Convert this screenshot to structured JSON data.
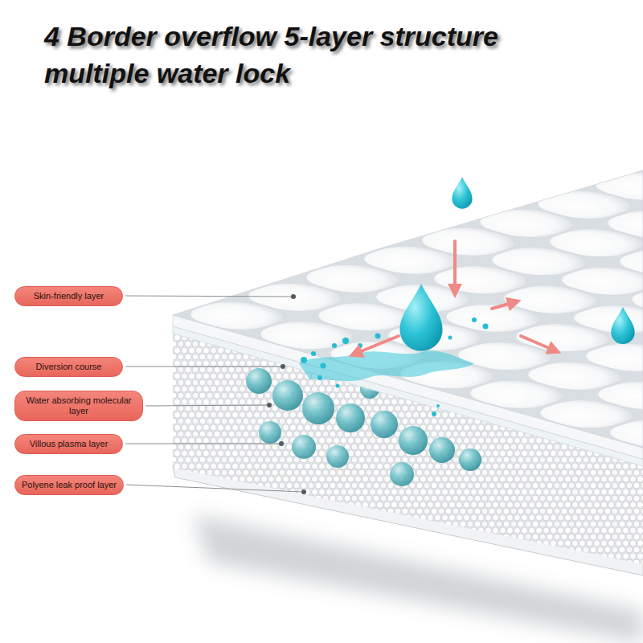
{
  "diagram": {
    "title": "4 Border overflow 5-layer structure multiple water lock",
    "nodes": [
      {
        "text": [
          "Skin-friendly layer"
        ]
      },
      {
        "text": [
          "Diversion course"
        ]
      },
      {
        "text": [
          "Water absorbing molecular layer"
        ]
      },
      {
        "text": [
          "Villous plasma layer"
        ]
      },
      {
        "text": [
          "Polyene leak proof layer"
        ]
      }
    ]
  }
}
